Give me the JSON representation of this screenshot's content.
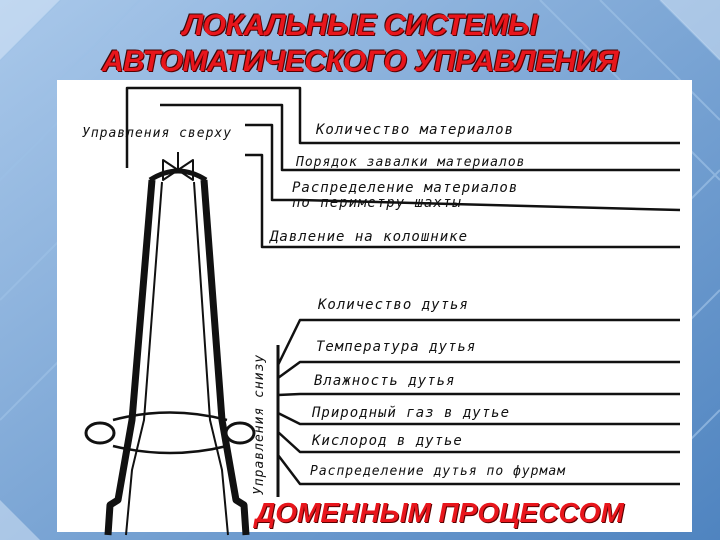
{
  "slide": {
    "title_line1": "ЛОКАЛЬНЫЕ СИСТЕМЫ",
    "title_line2": "АВТОМАТИЧЕСКОГО УПРАВЛЕНИЯ",
    "footer": "ДОМЕННЫМ ПРОЦЕССОМ"
  },
  "diagram": {
    "top_group_label": "Управления сверху",
    "bottom_group_label": "Управления снизу",
    "top_items": [
      "Количество материалов",
      "Порядок завалки материалов",
      "Распределение материалов",
      "по периметру шахты",
      "Давление на колошнике"
    ],
    "bottom_items": [
      "Количество дутья",
      "Температура дутья",
      "Влажность дутья",
      "Природный газ в дутье",
      "Кислород в дутье",
      "Распределение дутья по фурмам"
    ]
  },
  "colors": {
    "title": "#e8161c",
    "background": "#6c9dd0",
    "panel": "#ffffff"
  }
}
